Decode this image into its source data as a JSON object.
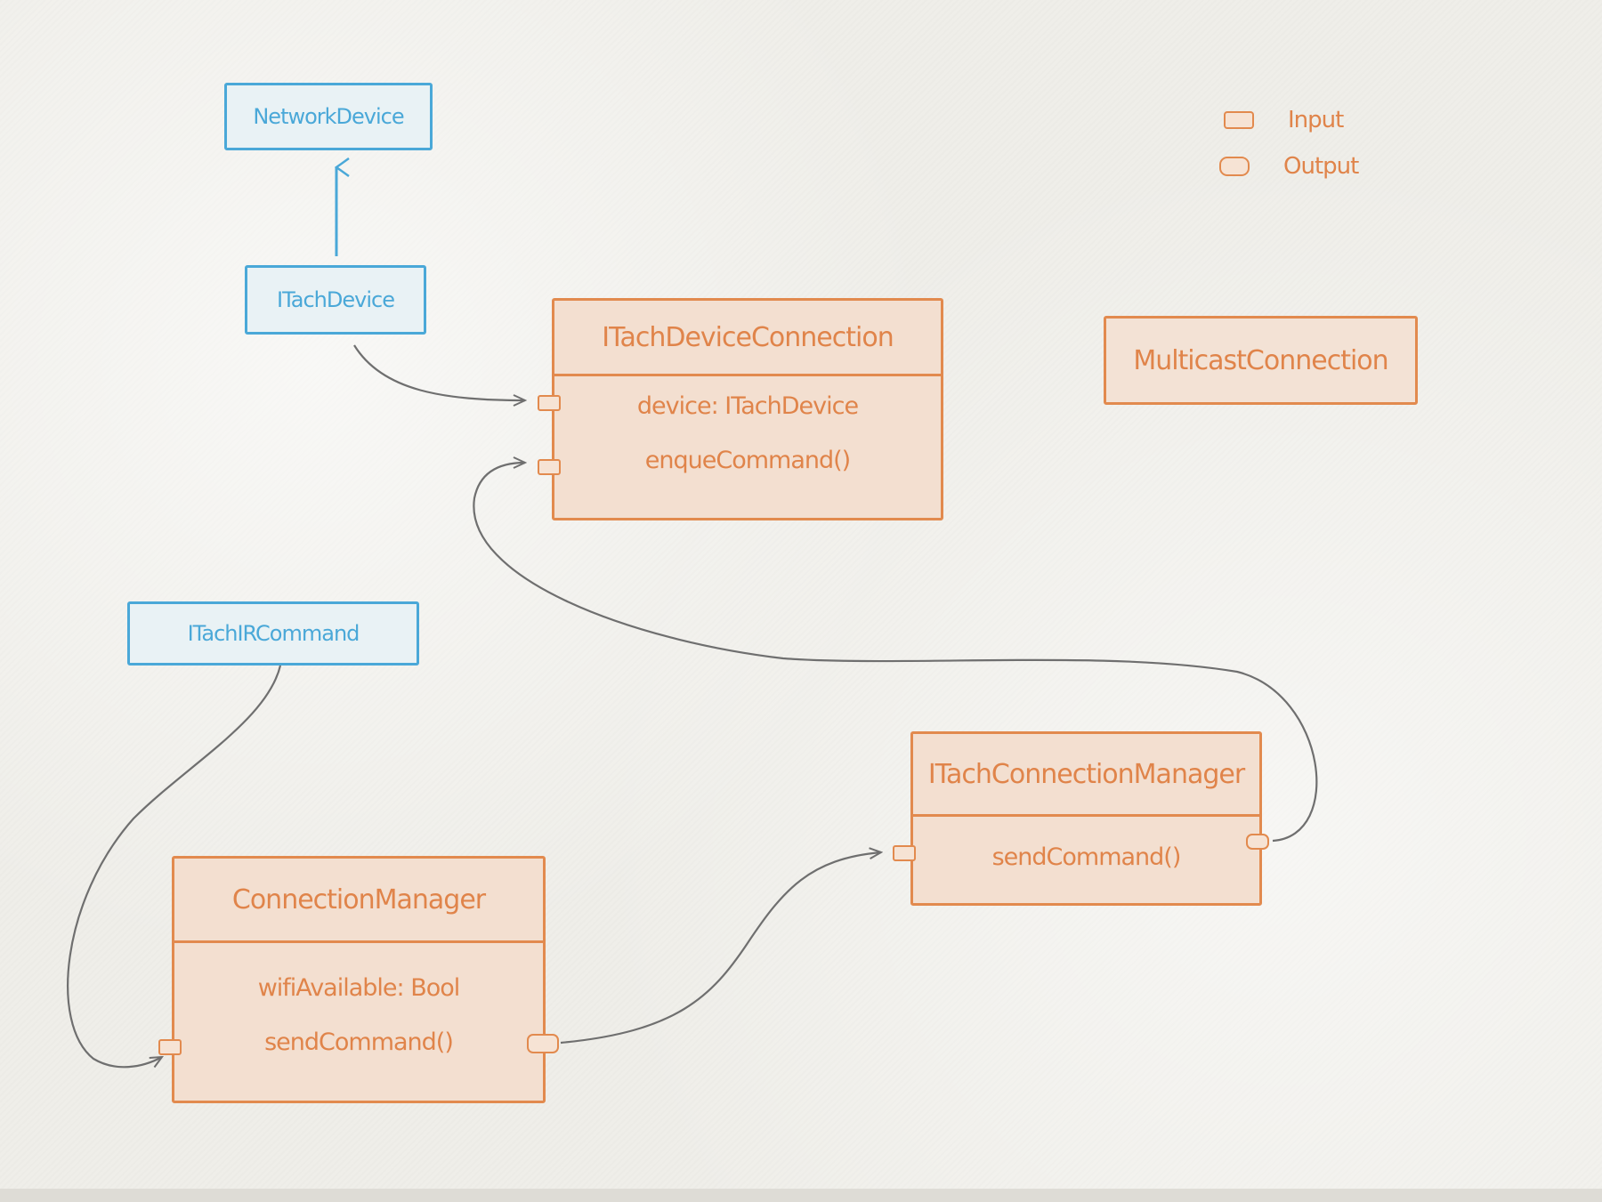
{
  "legend": {
    "input_label": "Input",
    "output_label": "Output"
  },
  "nodes": {
    "network_device": "NetworkDevice",
    "itach_device": "ITachDevice",
    "itach_ir_command": "ITachIRCommand",
    "multicast_connection": "MulticastConnection",
    "itach_device_connection": {
      "title": "ITachDeviceConnection",
      "members": [
        "device: ITachDevice",
        "enqueCommand()"
      ]
    },
    "connection_manager": {
      "title": "ConnectionManager",
      "members": [
        "wifiAvailable: Bool",
        "sendCommand()"
      ]
    },
    "itach_connection_manager": {
      "title": "ITachConnectionManager",
      "members": [
        "sendCommand()"
      ]
    }
  },
  "colors": {
    "interface_blue": "#4aa8d8",
    "class_orange": "#e28a4e",
    "connector_gray": "#6f6f6f"
  }
}
